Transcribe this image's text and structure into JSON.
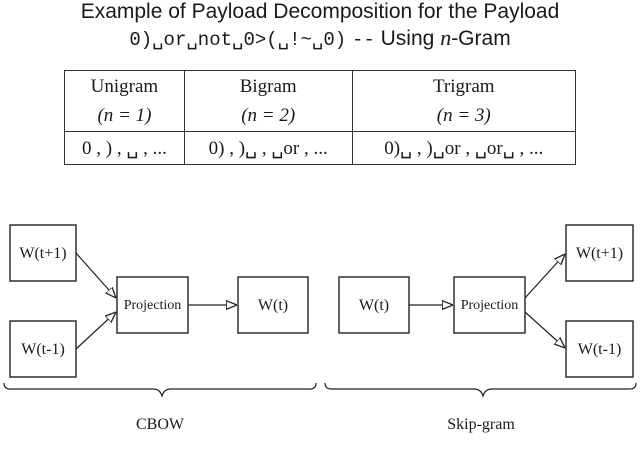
{
  "title": {
    "line1": "Example of Payload Decomposition for the Payload",
    "payload": "0)␣or␣not␣0>(␣!~␣0)",
    "dashes": "--",
    "using": "Using",
    "n_symbol": "n",
    "gram": "-Gram"
  },
  "table": {
    "columns": [
      {
        "name": "Unigram",
        "n_label": "(n = 1)",
        "example": "0 , ) , ␣ , ..."
      },
      {
        "name": "Bigram",
        "n_label": "(n = 2)",
        "example": "0) , )␣ , ␣or , ..."
      },
      {
        "name": "Trigram",
        "n_label": "(n = 3)",
        "example": "0)␣ , )␣or , ␣or␣ , ..."
      }
    ]
  },
  "cbow": {
    "input_top": "W(t+1)",
    "input_bottom": "W(t-1)",
    "projection": "Projection",
    "output": "W(t)",
    "caption": "CBOW"
  },
  "skipgram": {
    "input": "W(t)",
    "projection": "Projection",
    "output_top": "W(t+1)",
    "output_bottom": "W(t-1)",
    "caption": "Skip-gram"
  }
}
